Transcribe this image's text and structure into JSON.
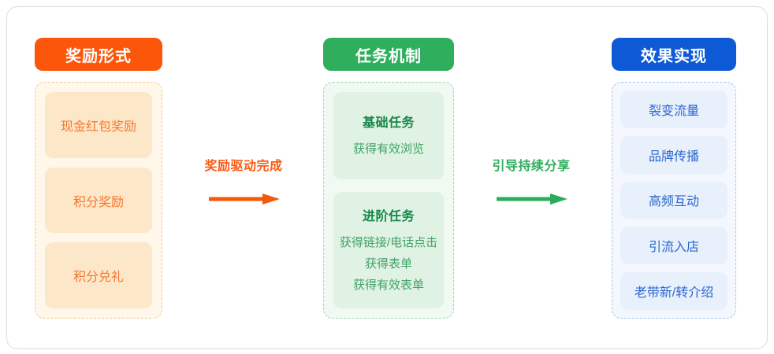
{
  "page": {
    "background": "#ffffff",
    "frame_border_color": "#dcdcdc"
  },
  "columns": [
    {
      "id": "reward-forms",
      "header": "奖励形式",
      "accent": "#fb560a",
      "card_bg": "#fde7c9",
      "card_text_color": "#f8772e",
      "cards": [
        "现金红包奖励",
        "积分奖励",
        "积分兑礼"
      ]
    },
    {
      "id": "task-mechanism",
      "header": "任务机制",
      "accent": "#2fae5d",
      "card_bg": "#dff2e3",
      "title_color": "#16874a",
      "line_color": "#41a368",
      "cards": [
        {
          "title": "基础任务",
          "lines": [
            "获得有效浏览"
          ]
        },
        {
          "title": "进阶任务",
          "lines": [
            "获得链接/电话点击",
            "获得表单",
            "获得有效表单"
          ]
        }
      ]
    },
    {
      "id": "effect-realization",
      "header": "效果实现",
      "accent": "#0e5ad6",
      "card_bg": "#e8f0fc",
      "card_text_color": "#2b66cf",
      "cards": [
        "裂变流量",
        "品牌传播",
        "高频互动",
        "引流入店",
        "老带新/转介绍"
      ]
    }
  ],
  "connectors": [
    {
      "label": "奖励驱动完成",
      "color": "#fa5a14"
    },
    {
      "label": "引导持续分享",
      "color": "#2fae5d"
    }
  ]
}
